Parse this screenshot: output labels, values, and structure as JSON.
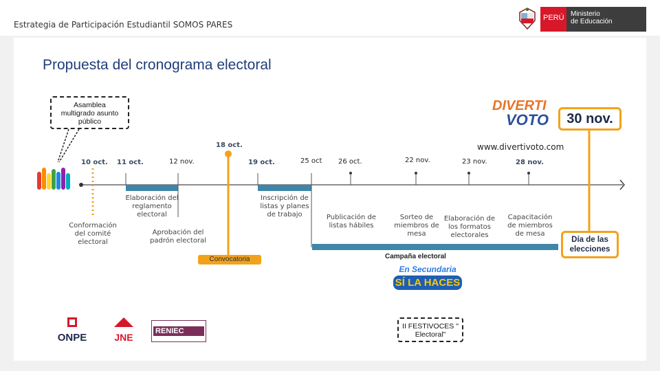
{
  "header": {
    "title": "Estrategia de Participación Estudiantil SOMOS PARES",
    "peru": "PERÚ",
    "ministry_line1": "Ministerio",
    "ministry_line2": "de Educación"
  },
  "slide": {
    "title": "Propuesta del cronograma electoral",
    "callout": "Asamblea multigrado asunto público",
    "divertivoto_logo_line1": "DIVERTI",
    "divertivoto_logo_line2": "VOTO",
    "url": "www.divertivoto.com",
    "election_date": "30 nov.",
    "election_label": "Día de las elecciones",
    "dates": {
      "d10oct": "10 oct.",
      "d11oct": "11 oct.",
      "d12nov": "12 nov.",
      "d18oct": "18 oct.",
      "d19oct": "19 oct.",
      "d25oct": "25 oct",
      "d26oct": "26 oct.",
      "d22nov": "22 nov.",
      "d23nov": "23 nov.",
      "d28nov": "28 nov."
    },
    "events": {
      "conformacion": "Conformación del comité electoral",
      "elaboracion_reglamento": "Elaboración del reglamento electoral",
      "aprobacion_padron": "Aprobación del padrón electoral",
      "convocatoria": "Convocatoria",
      "inscripcion": "Inscripción de listas y planes de trabajo",
      "publicacion": "Publicación de listas hábiles",
      "sorteo": "Sorteo de miembros de mesa",
      "elaboracion_formatos": "Elaboración de los formatos electorales",
      "capacitacion": "Capacitación de miembros de mesa"
    },
    "campana": "Campaña electoral",
    "festivoces": "II FESTIVOCES \" Electoral\"",
    "secundaria_logo_line1": "En Secundaria",
    "secundaria_logo_line2": "SÍ LA HACES",
    "logos": {
      "onpe": "ONPE",
      "jne": "JNE",
      "reniec": "RENIEC"
    }
  },
  "colors": {
    "timeline_blue": "#3f86a8",
    "accent_orange": "#f2a21a",
    "title_blue": "#1f3d7a",
    "peru_red": "#d7182a"
  }
}
